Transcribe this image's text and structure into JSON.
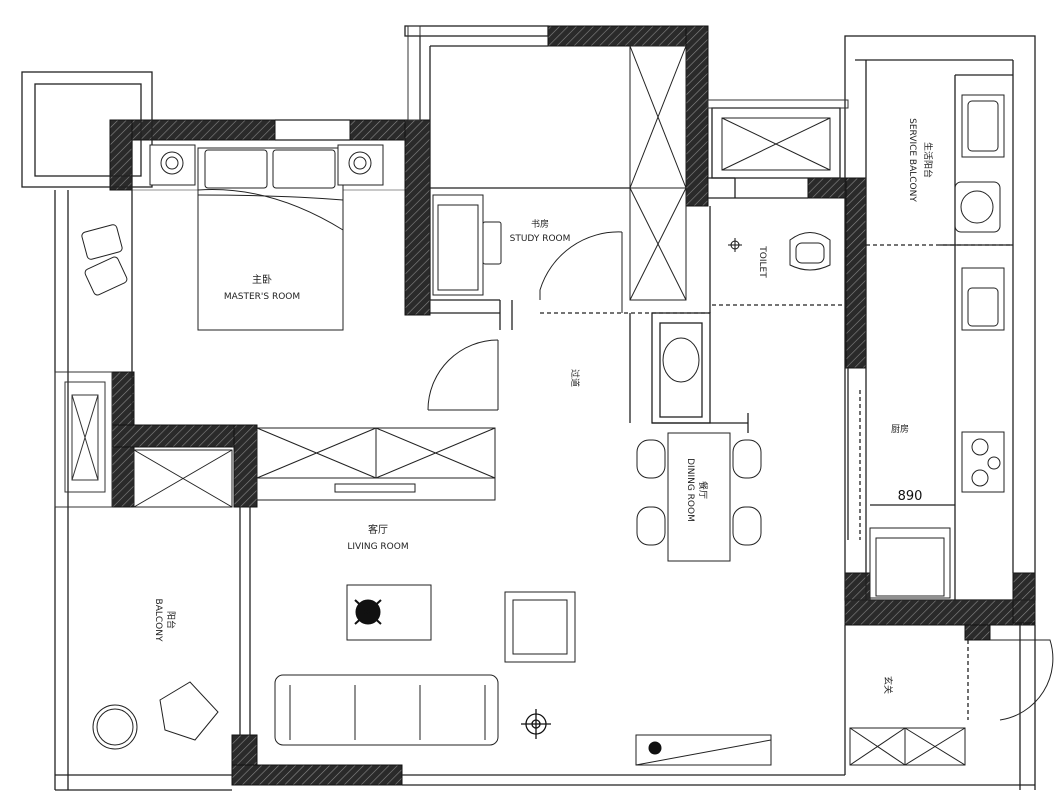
{
  "rooms": {
    "master_bedroom": {
      "label_cn": "主卧",
      "label_en": "MASTER'S ROOM"
    },
    "study": {
      "label_cn": "书房",
      "label_en": "STUDY ROOM"
    },
    "toilet": {
      "label_en": "TOILET"
    },
    "hall": {
      "label_cn": "过道"
    },
    "dining": {
      "label_cn": "餐厅",
      "label_en": "DINING ROOM"
    },
    "living": {
      "label_cn": "客厅",
      "label_en": "LIVING ROOM"
    },
    "balcony": {
      "label_cn": "阳台",
      "label_en": "BALCONY"
    },
    "kitchen": {
      "label_cn": "厨房"
    },
    "service_balcony": {
      "label_cn": "生活阳台",
      "label_en": "SERVICE BALCONY"
    },
    "entrance": {
      "label_cn": "玄关"
    }
  },
  "dimension": {
    "value": "890"
  },
  "colors": {
    "wall_hatch": "#1a1a1a",
    "line": "#222222",
    "background": "#ffffff"
  }
}
